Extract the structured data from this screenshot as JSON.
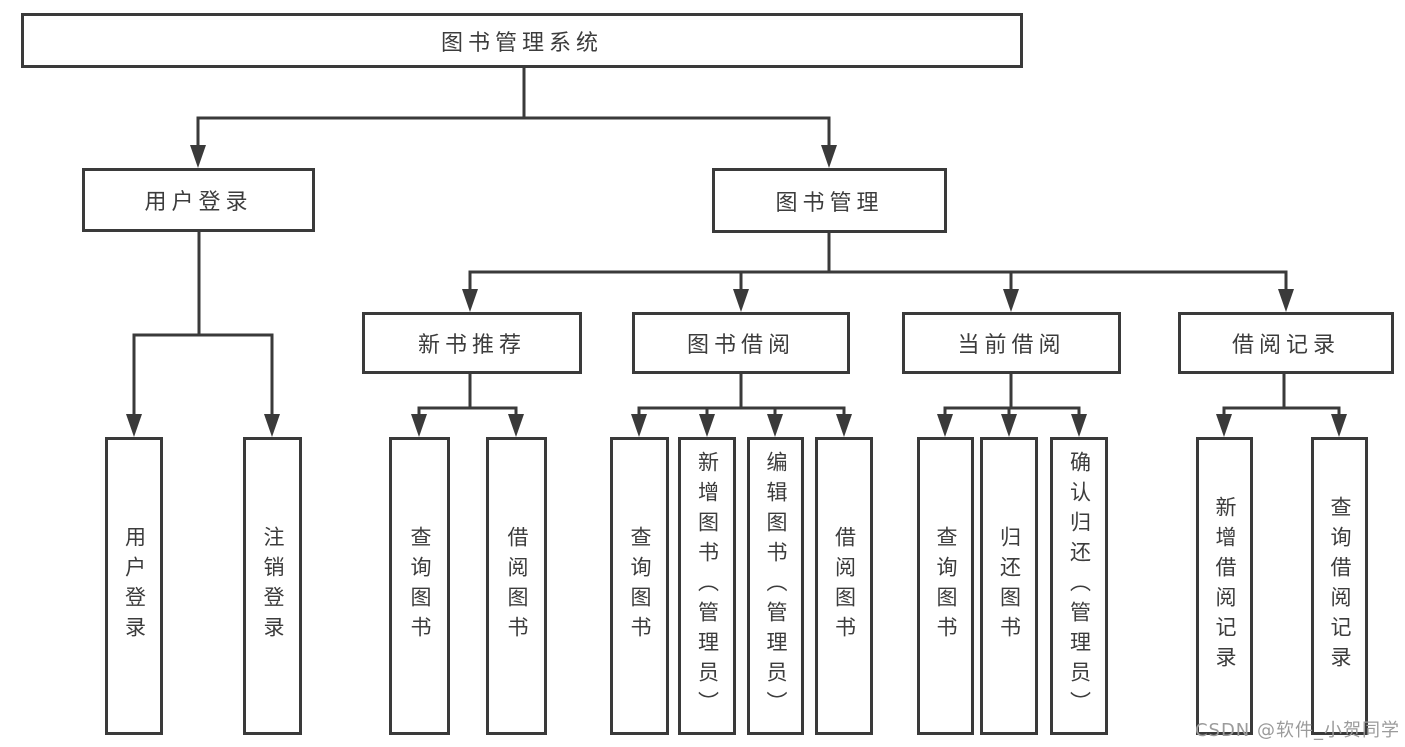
{
  "tree": {
    "label": "图书管理系统",
    "children": [
      {
        "label": "用户登录",
        "children": [
          {
            "label": "用户登录"
          },
          {
            "label": "注销登录"
          }
        ]
      },
      {
        "label": "图书管理",
        "children": [
          {
            "label": "新书推荐",
            "children": [
              {
                "label": "查询图书"
              },
              {
                "label": "借阅图书"
              }
            ]
          },
          {
            "label": "图书借阅",
            "children": [
              {
                "label": "查询图书"
              },
              {
                "label": "新增图书（管理员）"
              },
              {
                "label": "编辑图书（管理员）"
              },
              {
                "label": "借阅图书"
              }
            ]
          },
          {
            "label": "当前借阅",
            "children": [
              {
                "label": "查询图书"
              },
              {
                "label": "归还图书"
              },
              {
                "label": "确认归还（管理员）"
              }
            ]
          },
          {
            "label": "借阅记录",
            "children": [
              {
                "label": "新增借阅记录"
              },
              {
                "label": "查询借阅记录"
              }
            ]
          }
        ]
      }
    ]
  },
  "watermark": {
    "text": "CSDN @软件_小贺同学",
    "color": "#9b9b9b"
  },
  "colors": {
    "line": "#3a3a3a",
    "box_border": "#3a3a3a",
    "box_fill": "#ffffff",
    "text": "#3c3c3c",
    "background": "#ffffff"
  }
}
